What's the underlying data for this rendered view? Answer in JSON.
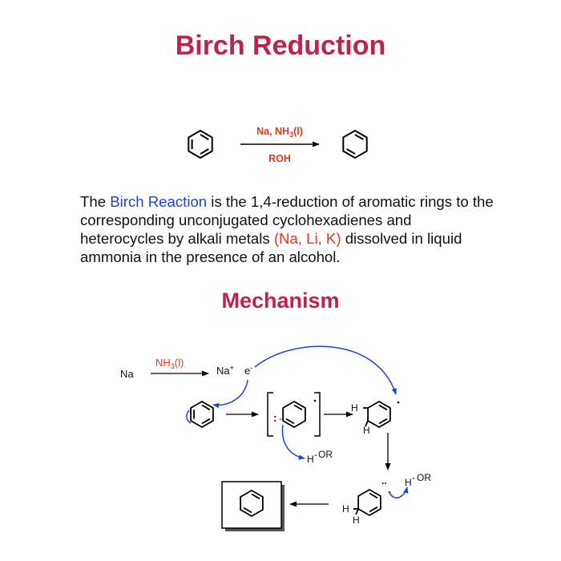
{
  "title": "Birch Reduction",
  "reaction": {
    "reagent_top_a": "Na, NH",
    "reagent_top_sub": "3",
    "reagent_top_b": "(l)",
    "reagent_bottom": "ROH"
  },
  "description": {
    "part1": "The ",
    "highlight_name": "Birch Reaction",
    "part2": " is the 1,4-reduction of aromatic rings to the corresponding unconjugated cyclohexadienes and heterocycles by alkali metals ",
    "highlight_metals": "(Na, Li, K)",
    "part3": " dissolved in liquid ammonia in the presence of an alcohol."
  },
  "mechanism": {
    "title": "Mechanism",
    "na_label": "Na",
    "nh3_main": "NH",
    "nh3_sub": "3",
    "nh3_tail": "(l)",
    "na_plus": "Na",
    "plus_sup": "+",
    "electron": "e",
    "minus_sup": "-",
    "h": "H",
    "or": "OR",
    "dot_colon": ":",
    "lone_pair": "..",
    "minus": "-"
  },
  "colors": {
    "title": "#c0234a",
    "blue_highlight": "#1a44d6",
    "red_highlight": "#e8341c",
    "arrow_blue": "#1a44d6"
  }
}
